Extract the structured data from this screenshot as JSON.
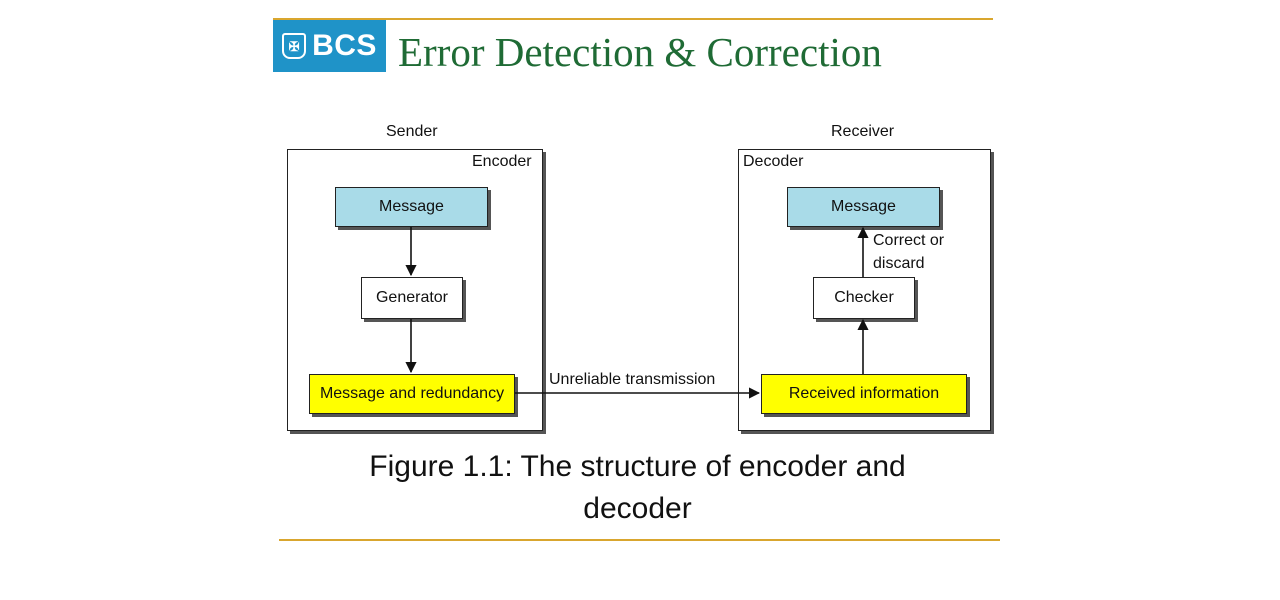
{
  "header": {
    "logo_text": "BCS",
    "logo_glyph": "✠",
    "title": "Error Detection & Correction"
  },
  "sender": {
    "label": "Sender",
    "panel_label": "Encoder",
    "message": "Message",
    "generator": "Generator",
    "output": "Message and redundancy"
  },
  "channel": {
    "label": "Unreliable transmission"
  },
  "receiver": {
    "label": "Receiver",
    "panel_label": "Decoder",
    "message": "Message",
    "checker": "Checker",
    "input": "Received information",
    "action_line1": "Correct or",
    "action_line2": "discard"
  },
  "caption": {
    "line1": "Figure 1.1: The structure of encoder and",
    "line2": "decoder"
  },
  "colors": {
    "accent_rule": "#d9a62e",
    "logo_bg": "#1f93c8",
    "title": "#1f6b35",
    "message_box": "#a9dbe8",
    "highlight_box": "#ffff00"
  }
}
